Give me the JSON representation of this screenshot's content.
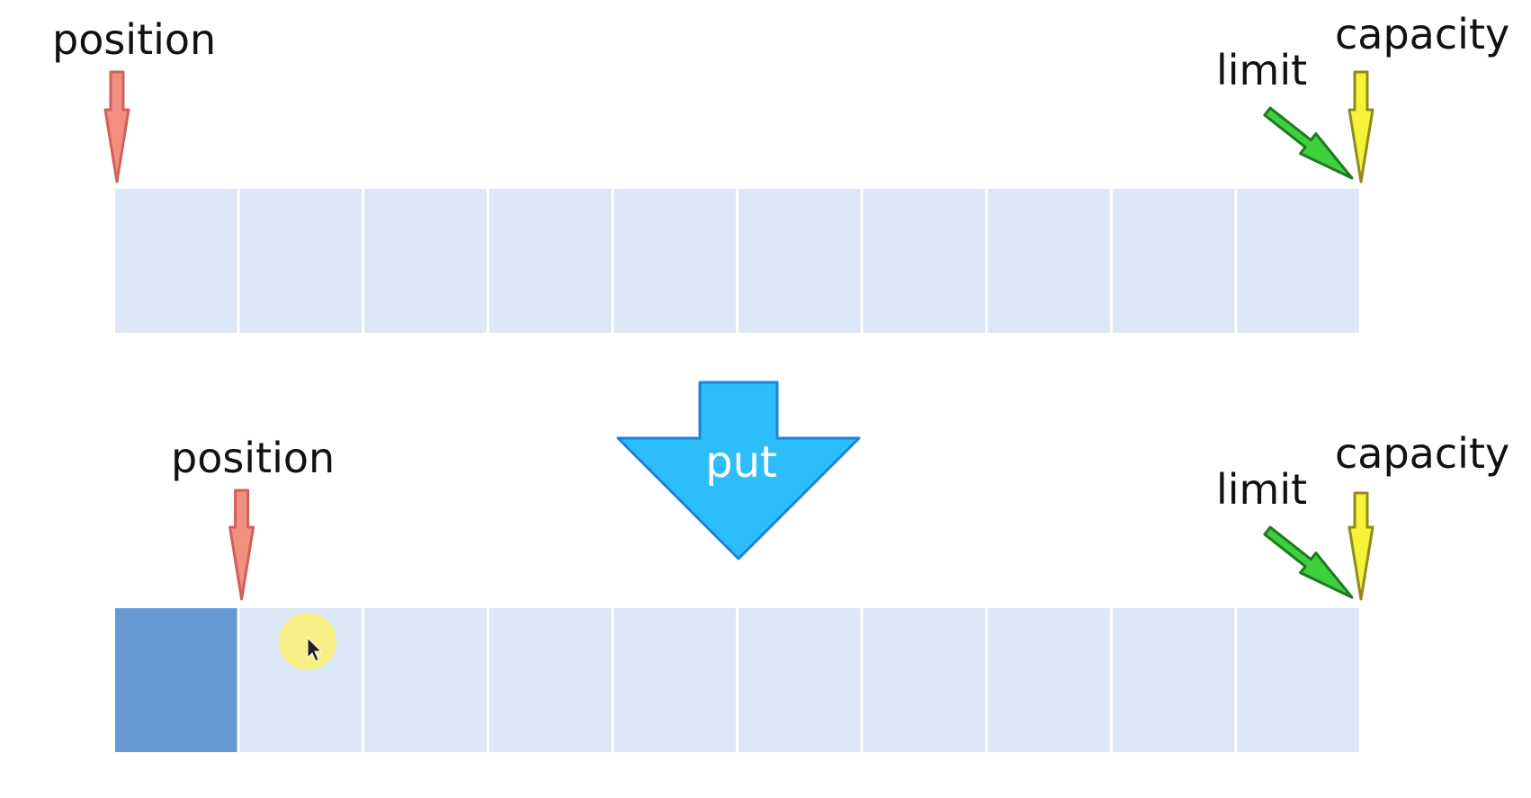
{
  "diagram": {
    "colors": {
      "cell_empty": "#dce7f8",
      "cell_filled": "#6499d4",
      "position_arrow": "#f28f80",
      "position_arrow_stroke": "#d0605a",
      "limit_arrow": "#3ed03e",
      "limit_arrow_stroke": "#1f7a1f",
      "capacity_arrow": "#f6f238",
      "capacity_arrow_stroke": "#8f8a20",
      "put_arrow": "#2ebdfb",
      "put_arrow_stroke": "#1b84d8",
      "cursor_highlight": "#fbf17a"
    },
    "before": {
      "cell_count": 10,
      "filled_cells": 0,
      "position_index": 0,
      "position_label": "position",
      "limit_label": "limit",
      "capacity_label": "capacity"
    },
    "operation": {
      "label": "put",
      "icon": "down-arrow-icon"
    },
    "after": {
      "cell_count": 10,
      "filled_cells": 1,
      "position_index": 1,
      "position_label": "position",
      "limit_label": "limit",
      "capacity_label": "capacity"
    },
    "cursor": {
      "icon": "mouse-pointer-icon"
    }
  }
}
